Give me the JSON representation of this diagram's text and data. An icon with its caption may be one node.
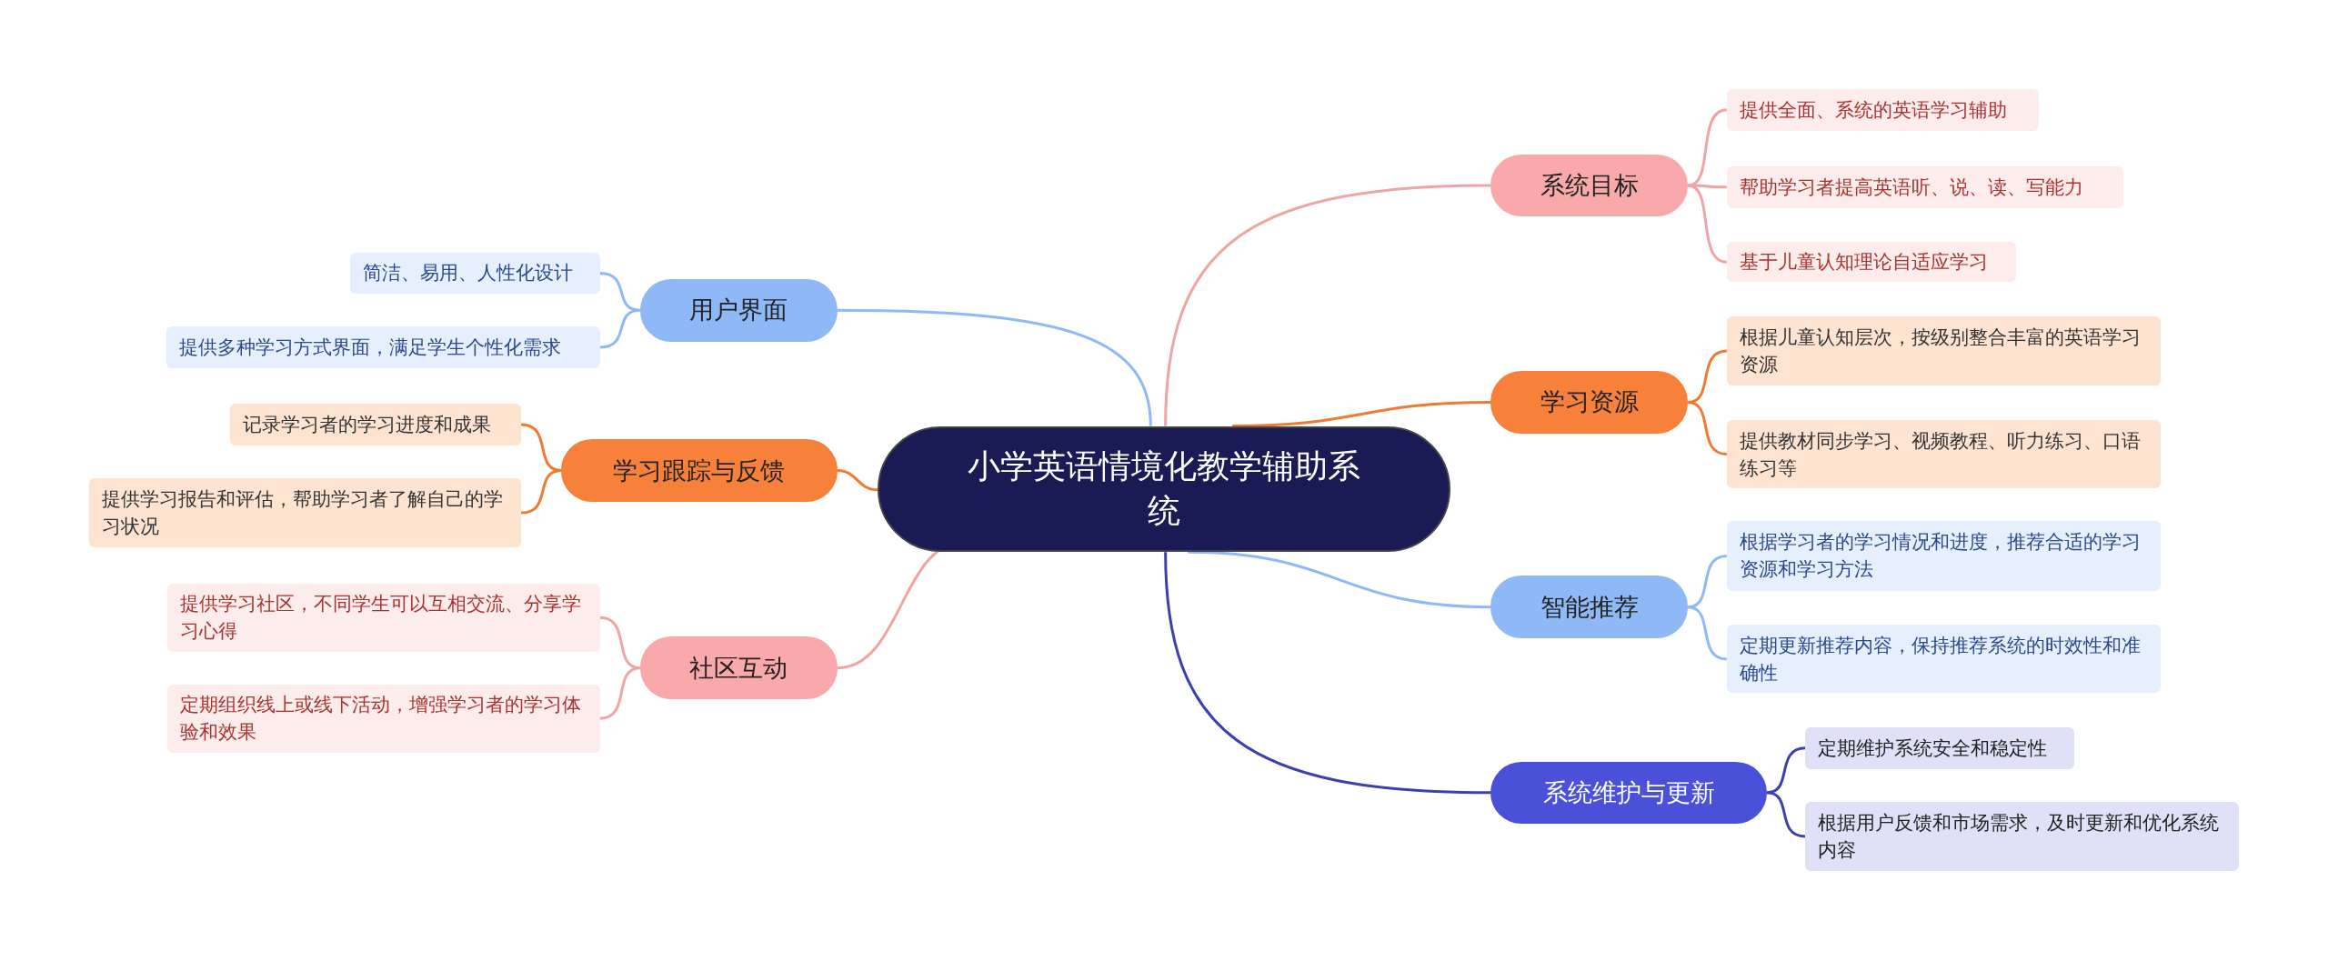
{
  "diagram": {
    "nodes": [
      {
        "text": [
          "小学英语情境化教学辅助系统"
        ]
      },
      {
        "text": [
          "系统目标"
        ]
      },
      {
        "text": [
          "提供全面、系统的英语学习辅助"
        ]
      },
      {
        "text": [
          "帮助学习者提高英语听、说、读、写能力"
        ]
      },
      {
        "text": [
          "基于儿童认知理论自适应学习"
        ]
      },
      {
        "text": [
          "学习资源"
        ]
      },
      {
        "text": [
          "根据儿童认知层次，按级别整合丰富的英语学习资源"
        ]
      },
      {
        "text": [
          "提供教材同步学习、视频教程、听力练习、口语练习等"
        ]
      },
      {
        "text": [
          "智能推荐"
        ]
      },
      {
        "text": [
          "根据学习者的学习情况和进度，推荐合适的学习资源和学习方法"
        ]
      },
      {
        "text": [
          "定期更新推荐内容，保持推荐系统的时效性和准确性"
        ]
      },
      {
        "text": [
          "系统维护与更新"
        ]
      },
      {
        "text": [
          "定期维护系统安全和稳定性"
        ]
      },
      {
        "text": [
          "根据用户反馈和市场需求，及时更新和优化系统内容"
        ]
      },
      {
        "text": [
          "用户界面"
        ]
      },
      {
        "text": [
          "简洁、易用、人性化设计"
        ]
      },
      {
        "text": [
          "提供多种学习方式界面，满足学生个性化需求"
        ]
      },
      {
        "text": [
          "学习跟踪与反馈"
        ]
      },
      {
        "text": [
          "记录学习者的学习进度和成果"
        ]
      },
      {
        "text": [
          "提供学习报告和评估，帮助学习者了解自己的学习状况"
        ]
      },
      {
        "text": [
          "社区互动"
        ]
      },
      {
        "text": [
          "提供学习社区，不同学生可以互相交流、分享学习心得"
        ]
      },
      {
        "text": [
          "定期组织线上或线下活动，增强学习者的学习体验和效果"
        ]
      }
    ],
    "edges": [
      {
        "from": 0,
        "to": 1,
        "arrow": "none",
        "color": "#f0a5a5"
      },
      {
        "from": 1,
        "to": 2,
        "arrow": "none",
        "color": "#f0a5a5"
      },
      {
        "from": 1,
        "to": 3,
        "arrow": "none",
        "color": "#f0a5a5"
      },
      {
        "from": 1,
        "to": 4,
        "arrow": "none",
        "color": "#f0a5a5"
      },
      {
        "from": 0,
        "to": 5,
        "arrow": "none",
        "color": "#f07a32"
      },
      {
        "from": 5,
        "to": 6,
        "arrow": "none",
        "color": "#f07a32"
      },
      {
        "from": 5,
        "to": 7,
        "arrow": "none",
        "color": "#f07a32"
      },
      {
        "from": 0,
        "to": 8,
        "arrow": "none",
        "color": "#8fb8f7"
      },
      {
        "from": 8,
        "to": 9,
        "arrow": "none",
        "color": "#8fb8f7"
      },
      {
        "from": 8,
        "to": 10,
        "arrow": "none",
        "color": "#8fb8f7"
      },
      {
        "from": 0,
        "to": 11,
        "arrow": "none",
        "color": "#3c3fb0"
      },
      {
        "from": 11,
        "to": 12,
        "arrow": "none",
        "color": "#3c3fb0"
      },
      {
        "from": 11,
        "to": 13,
        "arrow": "none",
        "color": "#3c3fb0"
      },
      {
        "from": 0,
        "to": 14,
        "arrow": "none",
        "color": "#8fb8f7"
      },
      {
        "from": 14,
        "to": 15,
        "arrow": "none",
        "color": "#8fb8f7"
      },
      {
        "from": 14,
        "to": 16,
        "arrow": "none",
        "color": "#8fb8f7"
      },
      {
        "from": 0,
        "to": 17,
        "arrow": "none",
        "color": "#f07a32"
      },
      {
        "from": 17,
        "to": 18,
        "arrow": "none",
        "color": "#f07a32"
      },
      {
        "from": 17,
        "to": 19,
        "arrow": "none",
        "color": "#f07a32"
      },
      {
        "from": 0,
        "to": 20,
        "arrow": "none",
        "color": "#f0a5a5"
      },
      {
        "from": 20,
        "to": 21,
        "arrow": "none",
        "color": "#f0a5a5"
      },
      {
        "from": 20,
        "to": 22,
        "arrow": "none",
        "color": "#f0a5a5"
      }
    ]
  }
}
